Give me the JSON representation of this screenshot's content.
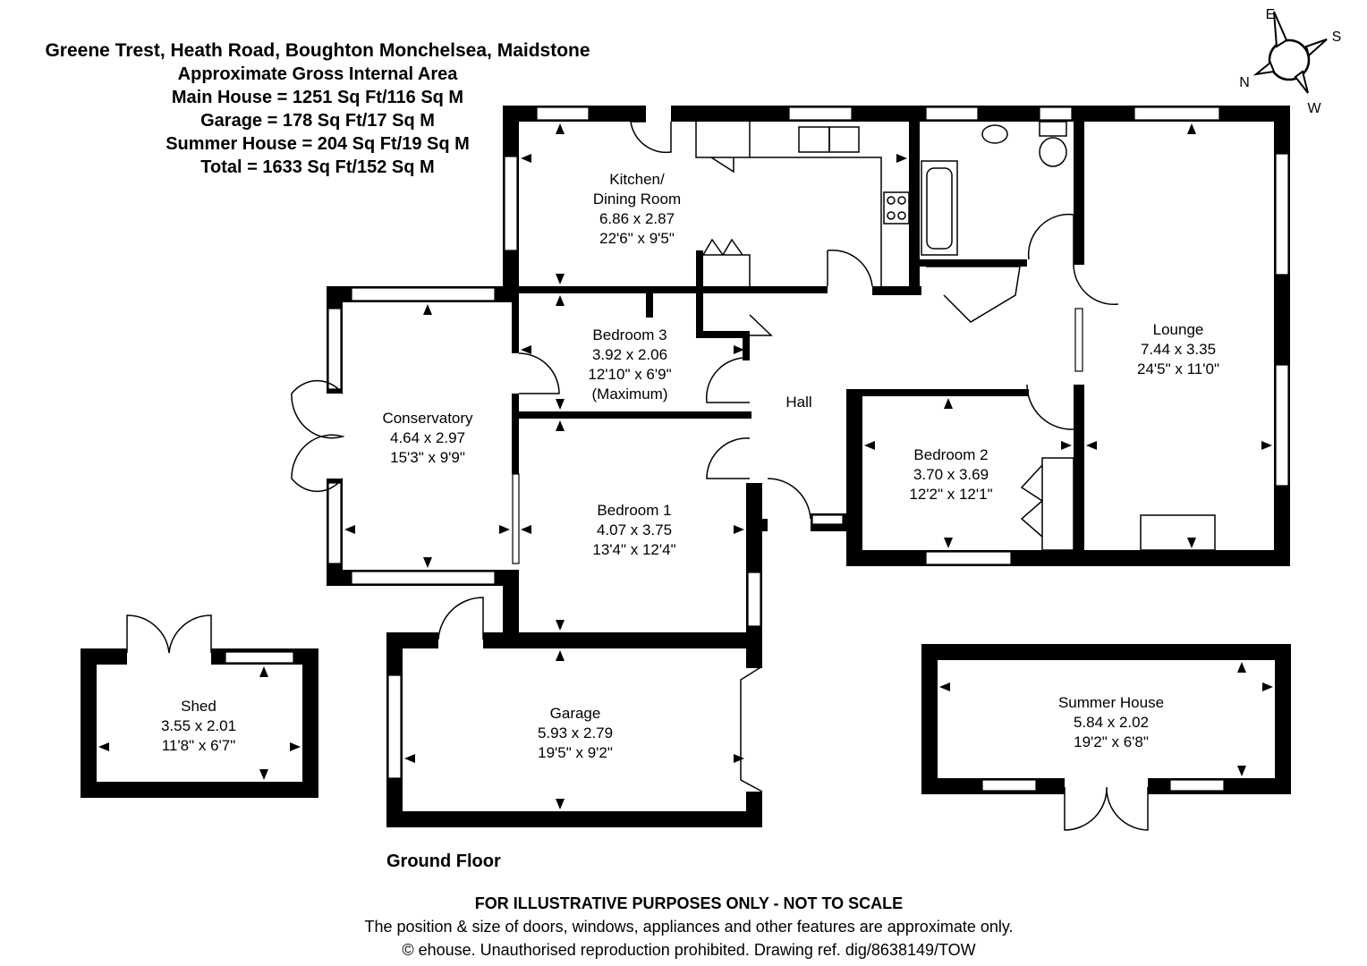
{
  "header": {
    "title": "Greene Trest, Heath Road, Boughton Monchelsea, Maidstone",
    "subtitle": "Approximate Gross Internal Area",
    "main_house": "Main House = 1251 Sq Ft/116 Sq M",
    "garage": "Garage = 178 Sq Ft/17 Sq M",
    "summer_house": "Summer House = 204 Sq Ft/19 Sq M",
    "total": "Total = 1633 Sq Ft/152 Sq M"
  },
  "compass": {
    "n": "N",
    "e": "E",
    "s": "S",
    "w": "W"
  },
  "rooms": {
    "kitchen": {
      "name1": "Kitchen/",
      "name2": "Dining Room",
      "metric": "6.86 x 2.87",
      "imperial": "22'6\" x 9'5\""
    },
    "lounge": {
      "name": "Lounge",
      "metric": "7.44 x 3.35",
      "imperial": "24'5\" x 11'0\""
    },
    "bedroom3": {
      "name": "Bedroom 3",
      "metric": "3.92 x 2.06",
      "imperial": "12'10\" x 6'9\"",
      "note": "(Maximum)"
    },
    "conservatory": {
      "name": "Conservatory",
      "metric": "4.64 x 2.97",
      "imperial": "15'3\" x 9'9\""
    },
    "hall": {
      "name": "Hall"
    },
    "bedroom2": {
      "name": "Bedroom 2",
      "metric": "3.70 x 3.69",
      "imperial": "12'2\" x 12'1\""
    },
    "bedroom1": {
      "name": "Bedroom 1",
      "metric": "4.07 x 3.75",
      "imperial": "13'4\" x 12'4\""
    },
    "garage": {
      "name": "Garage",
      "metric": "5.93 x 2.79",
      "imperial": "19'5\" x 9'2\""
    },
    "shed": {
      "name": "Shed",
      "metric": "3.55 x 2.01",
      "imperial": "11'8\" x 6'7\""
    },
    "summer_house": {
      "name": "Summer House",
      "metric": "5.84 x 2.02",
      "imperial": "19'2\" x 6'8\""
    }
  },
  "floor_label": "Ground Floor",
  "footer": {
    "disclaimer": "FOR ILLUSTRATIVE PURPOSES ONLY - NOT TO SCALE",
    "note": "The position & size of doors, windows, appliances and other features are approximate only.",
    "copyright": "© ehouse. Unauthorised reproduction prohibited. Drawing ref. dig/8638149/TOW"
  }
}
